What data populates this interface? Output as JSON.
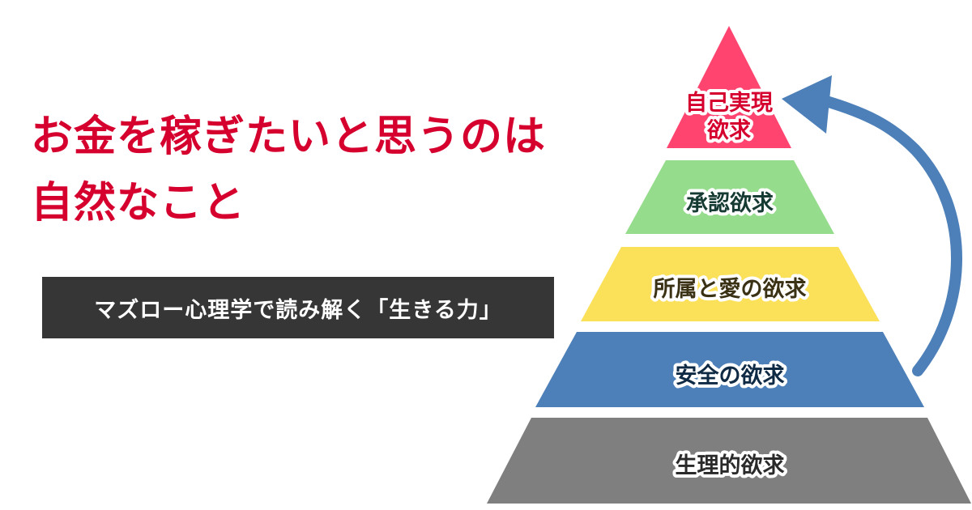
{
  "headline": {
    "line1": "お金を稼ぎたいと思うのは",
    "line2": "自然なこと",
    "color": "#d6002e"
  },
  "subtitle": {
    "text": "マズロー心理学で読み解く「生きる力」",
    "background": "#363636"
  },
  "pyramid": {
    "tiers": [
      {
        "label_line1": "自己実現",
        "label_line2": "欲求",
        "fill": "#ff4470",
        "text_color": "#d6002e"
      },
      {
        "label": "承認欲求",
        "fill": "#95dc8c",
        "text_color": "#163b33"
      },
      {
        "label": "所属と愛の欲求",
        "fill": "#fbe05a",
        "text_color": "#3b3216"
      },
      {
        "label": "安全の欲求",
        "fill": "#4d80b9",
        "text_color": "#0f2a44"
      },
      {
        "label": "生理的欲求",
        "fill": "#7f7f7f",
        "text_color": "#2a2a2a"
      }
    ]
  },
  "arrow": {
    "icon": "curved-up-arrow-icon",
    "color": "#4d80b9"
  }
}
